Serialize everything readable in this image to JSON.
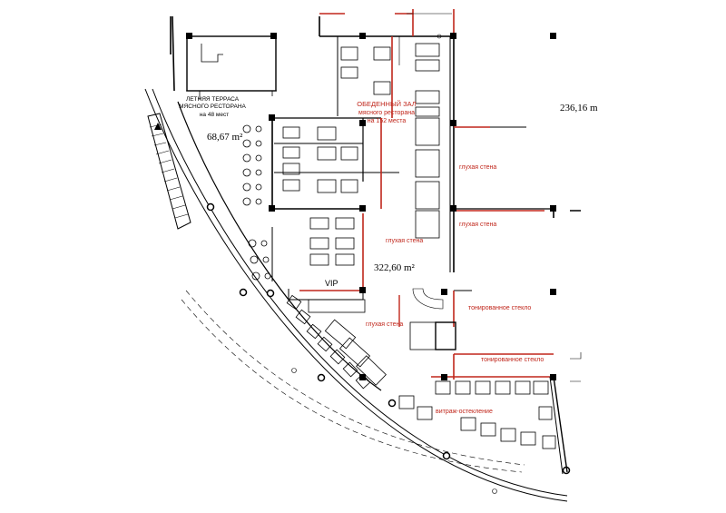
{
  "plan": {
    "area_terrace": "68,67 m²",
    "area_hall": "322,60 m²",
    "area_right": "236,16 m",
    "terrace_label": {
      "line1": "ЛЕТНЯЯ ТЕРРАСА",
      "line2": "МЯСНОГО РЕСТОРАНА",
      "line3": "на 48 мест"
    },
    "hall_label": {
      "line1": "ОБЕДЕННЫЙ ЗАЛ",
      "line2": "мясного ресторана",
      "line3": "на 152 места"
    },
    "vip": "VIP",
    "walls": {
      "blind_1": "глухая стена",
      "blind_2": "глухая стена",
      "blind_3": "глухая стена",
      "blind_4": "глухая стена",
      "tinted_1": "тонированное стекло",
      "tinted_2": "тонированное стекло",
      "glazing": "витраж-остекление"
    },
    "colors": {
      "ink": "#000000",
      "accent": "#c0261b"
    }
  }
}
